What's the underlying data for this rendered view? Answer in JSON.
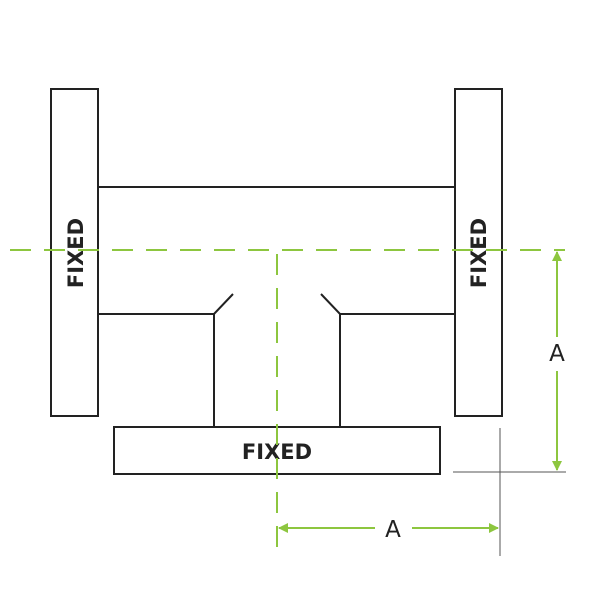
{
  "diagram": {
    "flange_left_label": "FIXED",
    "flange_right_label": "FIXED",
    "flange_bottom_label": "FIXED",
    "dimension_vertical_label": "A",
    "dimension_horizontal_label": "A"
  },
  "colors": {
    "outline": "#222222",
    "centerline": "#8dc63f",
    "dimension": "#8dc63f",
    "background": "#ffffff"
  }
}
